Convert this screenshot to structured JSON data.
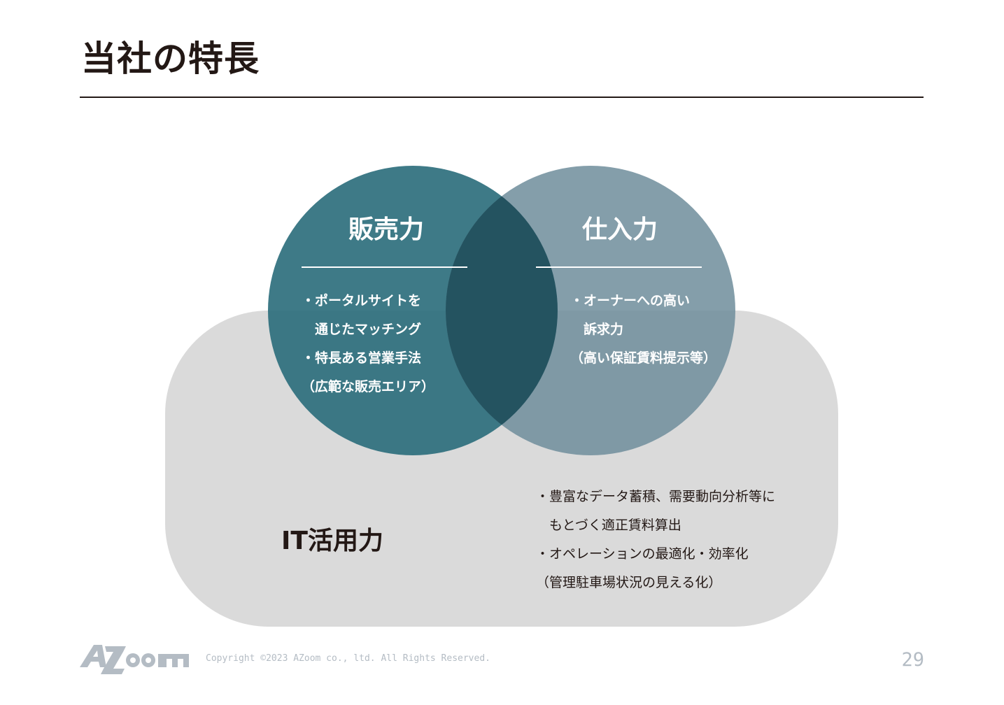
{
  "header": {
    "title": "当社の特長"
  },
  "diagram": {
    "base": {
      "title": "IT活用力",
      "bullets": [
        "・豊富なデータ蓄積、需要動向分析等に",
        "　もとづく適正賃料算出",
        "・オペレーションの最適化・効率化",
        "（管理駐車場状況の見える化）"
      ]
    },
    "left_circle": {
      "title": "販売力",
      "bullets": [
        "・ポータルサイトを",
        "　通じたマッチング",
        "・特長ある営業手法",
        "（広範な販売エリア）"
      ]
    },
    "right_circle": {
      "title": "仕入力",
      "bullets": [
        "・オーナーへの高い",
        "　訴求力",
        "（高い保証賃料提示等）"
      ]
    },
    "colors": {
      "left": "#2e6f7d",
      "right": "#6f8d9b",
      "base": "#dadada",
      "overlap": "#1d4c5a"
    }
  },
  "footer": {
    "logo_text": "AZoom",
    "copyright": "Copyright ©2023 AZoom co., ltd. All Rights Reserved.",
    "page_number": "29"
  }
}
